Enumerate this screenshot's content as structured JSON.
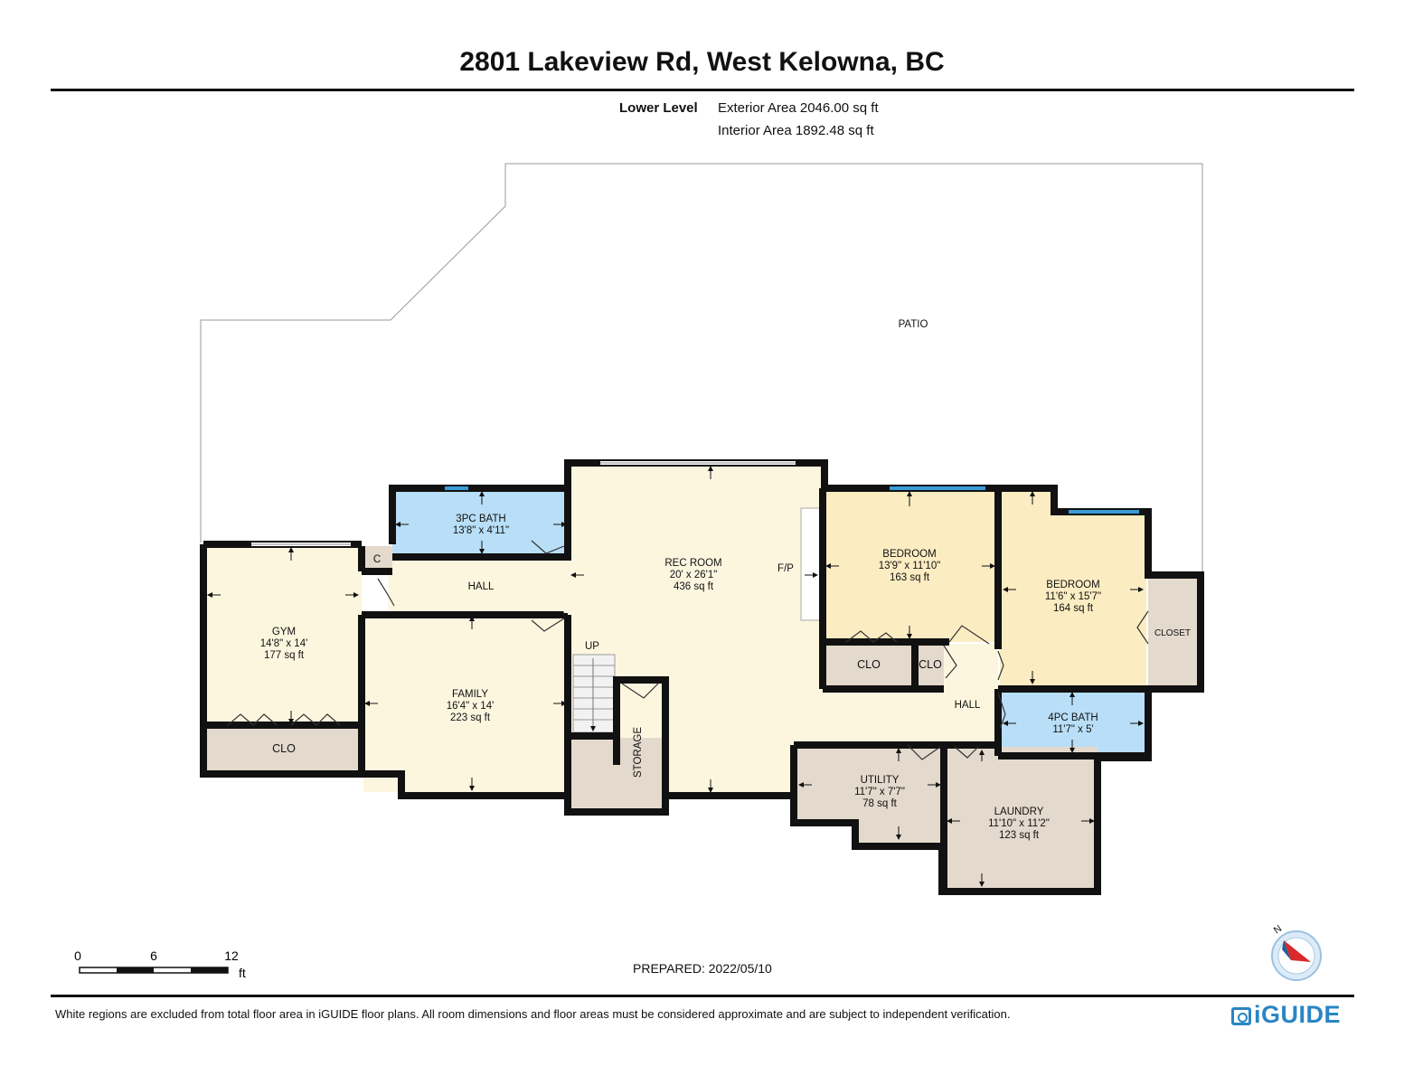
{
  "header": {
    "title": "2801 Lakeview Rd, West Kelowna, BC",
    "level": "Lower Level",
    "exterior_area": "Exterior Area 2046.00 sq ft",
    "interior_area": "Interior Area 1892.48 sq ft"
  },
  "rooms": {
    "patio": {
      "name": "PATIO"
    },
    "gym": {
      "name": "GYM",
      "dims": "14'8\" x 14'",
      "area": "177 sq ft"
    },
    "gym_closet": {
      "name": "CLO"
    },
    "small_closet": {
      "name": "C"
    },
    "bath_3pc": {
      "name": "3PC BATH",
      "dims": "13'8\" x 4'11\""
    },
    "hall_west": {
      "name": "HALL"
    },
    "family": {
      "name": "FAMILY",
      "dims": "16'4\" x 14'",
      "area": "223 sq ft"
    },
    "stairs": {
      "name": "UP"
    },
    "storage": {
      "name": "STORAGE"
    },
    "rec_room": {
      "name": "REC ROOM",
      "dims": "20' x 26'1\"",
      "area": "436 sq ft"
    },
    "fireplace": {
      "name": "F/P"
    },
    "bedroom_1": {
      "name": "BEDROOM",
      "dims": "13'9\" x 11'10\"",
      "area": "163 sq ft"
    },
    "bedroom_1_clo_a": {
      "name": "CLO"
    },
    "bedroom_1_clo_b": {
      "name": "CLO"
    },
    "bedroom_2": {
      "name": "BEDROOM",
      "dims": "11'6\" x 15'7\"",
      "area": "164 sq ft"
    },
    "closet": {
      "name": "CLOSET"
    },
    "hall_east": {
      "name": "HALL"
    },
    "bath_4pc": {
      "name": "4PC BATH",
      "dims": "11'7\" x 5'"
    },
    "utility": {
      "name": "UTILITY",
      "dims": "11'7\" x 7'7\"",
      "area": "78 sq ft"
    },
    "laundry": {
      "name": "LAUNDRY",
      "dims": "11'10\" x 11'2\"",
      "area": "123 sq ft"
    }
  },
  "scale": {
    "tick_0": "0",
    "tick_6": "6",
    "tick_12": "12",
    "unit": "ft"
  },
  "prepared": "PREPARED: 2022/05/10",
  "compass": {
    "label": "N"
  },
  "footer": {
    "disclaimer": "White regions are excluded from total floor area in iGUIDE floor plans. All room dimensions and floor areas must be considered approximate and are subject to independent verification.",
    "logo_text": "iGUIDE"
  },
  "colors": {
    "wall": "#111111",
    "living": "#fdf6df",
    "bedroom": "#fcecc2",
    "bath": "#b8dff7",
    "utility": "#e3d9cc",
    "window": "#3a9bd8",
    "brand": "#2a85c4"
  }
}
